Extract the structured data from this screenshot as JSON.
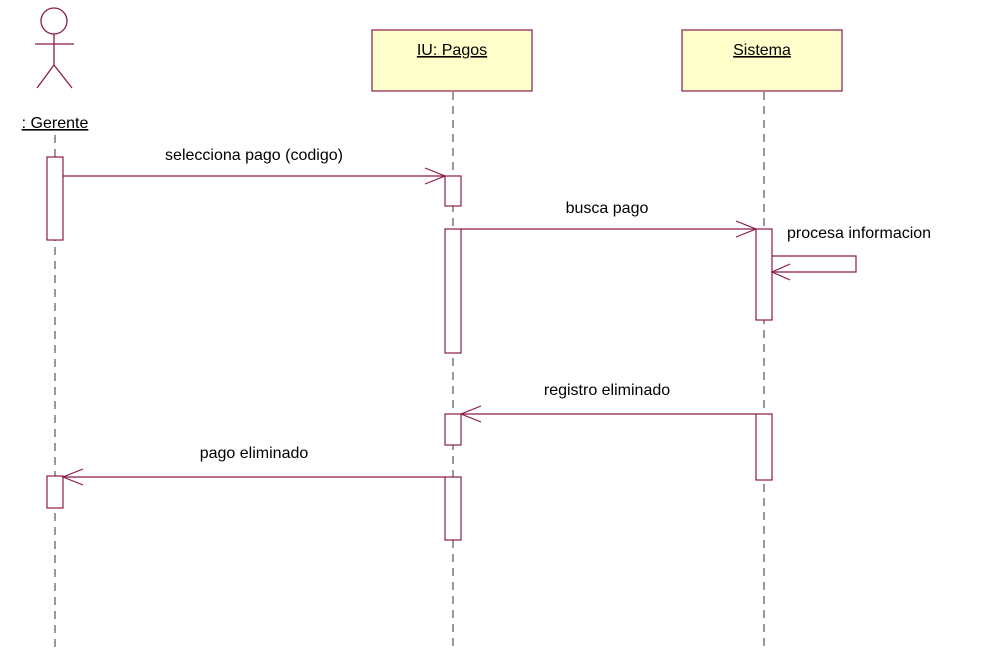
{
  "actors": [
    {
      "name": ": Gerente",
      "kind": "actor"
    },
    {
      "name": "IU: Pagos",
      "kind": "object"
    },
    {
      "name": "Sistema",
      "kind": "object"
    }
  ],
  "messages": [
    {
      "label": "selecciona pago (codigo)",
      "from": ": Gerente",
      "to": "IU: Pagos"
    },
    {
      "label": "busca pago",
      "from": "IU: Pagos",
      "to": "Sistema"
    },
    {
      "label": "procesa informacion",
      "from": "Sistema",
      "to": "Sistema"
    },
    {
      "label": "registro eliminado",
      "from": "Sistema",
      "to": "IU: Pagos"
    },
    {
      "label": "pago eliminado",
      "from": "IU: Pagos",
      "to": ": Gerente"
    }
  ],
  "colors": {
    "line": "#8b1a4a",
    "box_fill": "#ffffcc",
    "lifeline": "#333333"
  }
}
